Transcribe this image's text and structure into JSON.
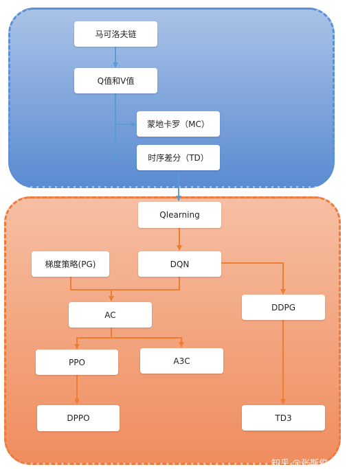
{
  "nodes": {
    "markov": "马可洛夫链",
    "qv": "Q值和V值",
    "mc": "蒙地卡罗（MC）",
    "td": "时序差分（TD）",
    "qlearning": "Qlearning",
    "pg": "梯度策略(PG)",
    "dqn": "DQN",
    "ac": "AC",
    "ddpg": "DDPG",
    "ppo": "PPO",
    "a3c": "A3C",
    "dppo": "DPPO",
    "td3": "TD3"
  },
  "watermark": "知乎 @张斯俊",
  "colors": {
    "blue_arrow": "#5b9bd5",
    "orange_arrow": "#ed7d31"
  }
}
